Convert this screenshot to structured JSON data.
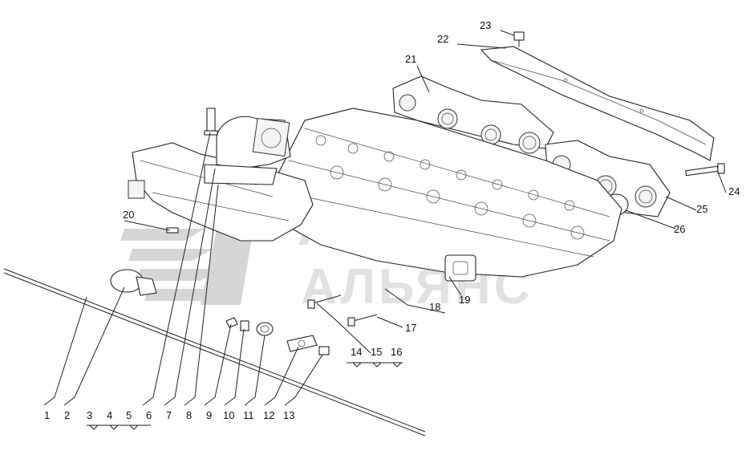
{
  "callouts": [
    "1",
    "2",
    "3",
    "4",
    "5",
    "6",
    "7",
    "8",
    "9",
    "10",
    "11",
    "12",
    "13",
    "14",
    "15",
    "16",
    "17",
    "18",
    "19",
    "20",
    "21",
    "22",
    "23",
    "24",
    "25",
    "26"
  ],
  "watermark": {
    "line1": "АВТО",
    "line2": "АЛЬЯНС"
  }
}
